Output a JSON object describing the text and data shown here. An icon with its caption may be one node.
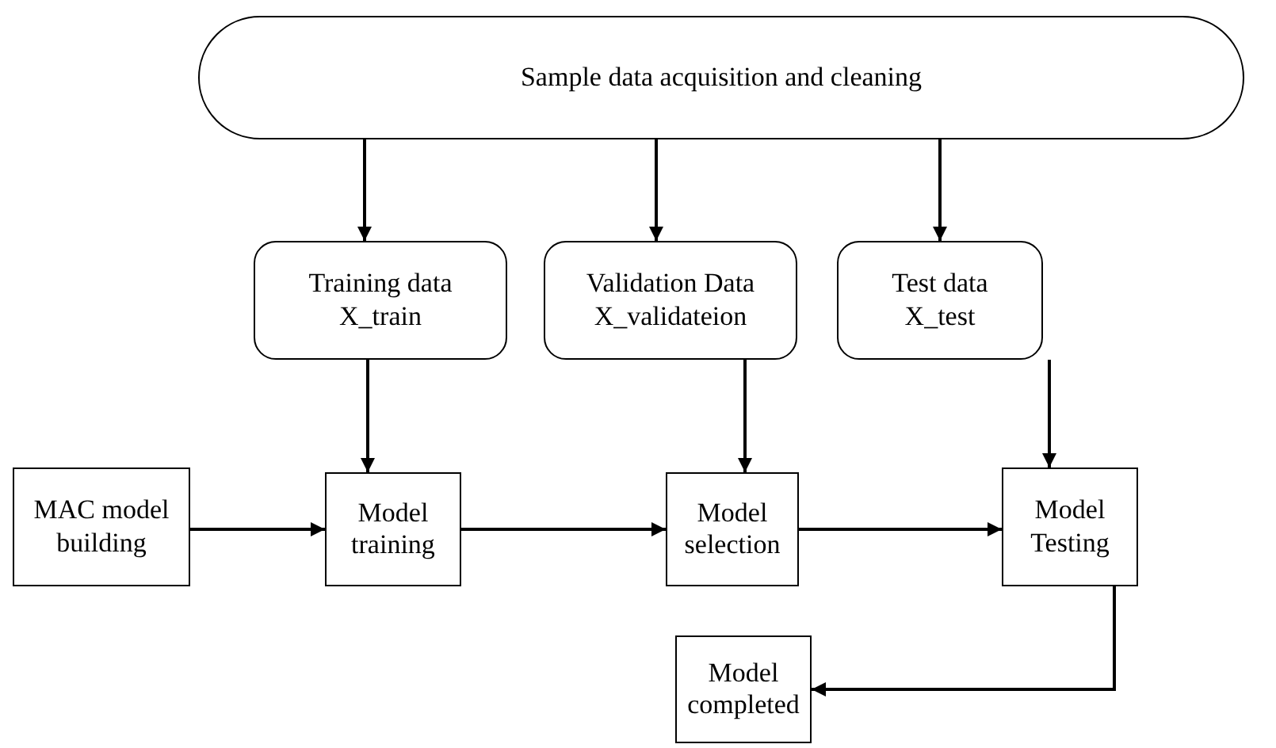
{
  "diagram": {
    "nodes": [
      {
        "text": [
          "Sample data acquisition and cleaning"
        ]
      },
      {
        "text": [
          "Training data X_train"
        ]
      },
      {
        "text": [
          "Validation Data X_validateion"
        ]
      },
      {
        "text": [
          "Test data X_test"
        ]
      },
      {
        "text": [
          "MAC model building"
        ]
      },
      {
        "text": [
          "Model training"
        ]
      },
      {
        "text": [
          "Model selection"
        ]
      },
      {
        "text": [
          "Model Testing"
        ]
      },
      {
        "text": [
          "Model completed"
        ]
      }
    ],
    "edges": [
      {
        "from": 0,
        "to": 1,
        "arrow": "to"
      },
      {
        "from": 0,
        "to": 2,
        "arrow": "to"
      },
      {
        "from": 0,
        "to": 3,
        "arrow": "to"
      },
      {
        "from": 1,
        "to": 5,
        "arrow": "to"
      },
      {
        "from": 2,
        "to": 6,
        "arrow": "to"
      },
      {
        "from": 3,
        "to": 7,
        "arrow": "to"
      },
      {
        "from": 4,
        "to": 5,
        "arrow": "to"
      },
      {
        "from": 5,
        "to": 6,
        "arrow": "to"
      },
      {
        "from": 6,
        "to": 7,
        "arrow": "to"
      },
      {
        "from": 7,
        "to": 8,
        "arrow": "to"
      }
    ]
  }
}
